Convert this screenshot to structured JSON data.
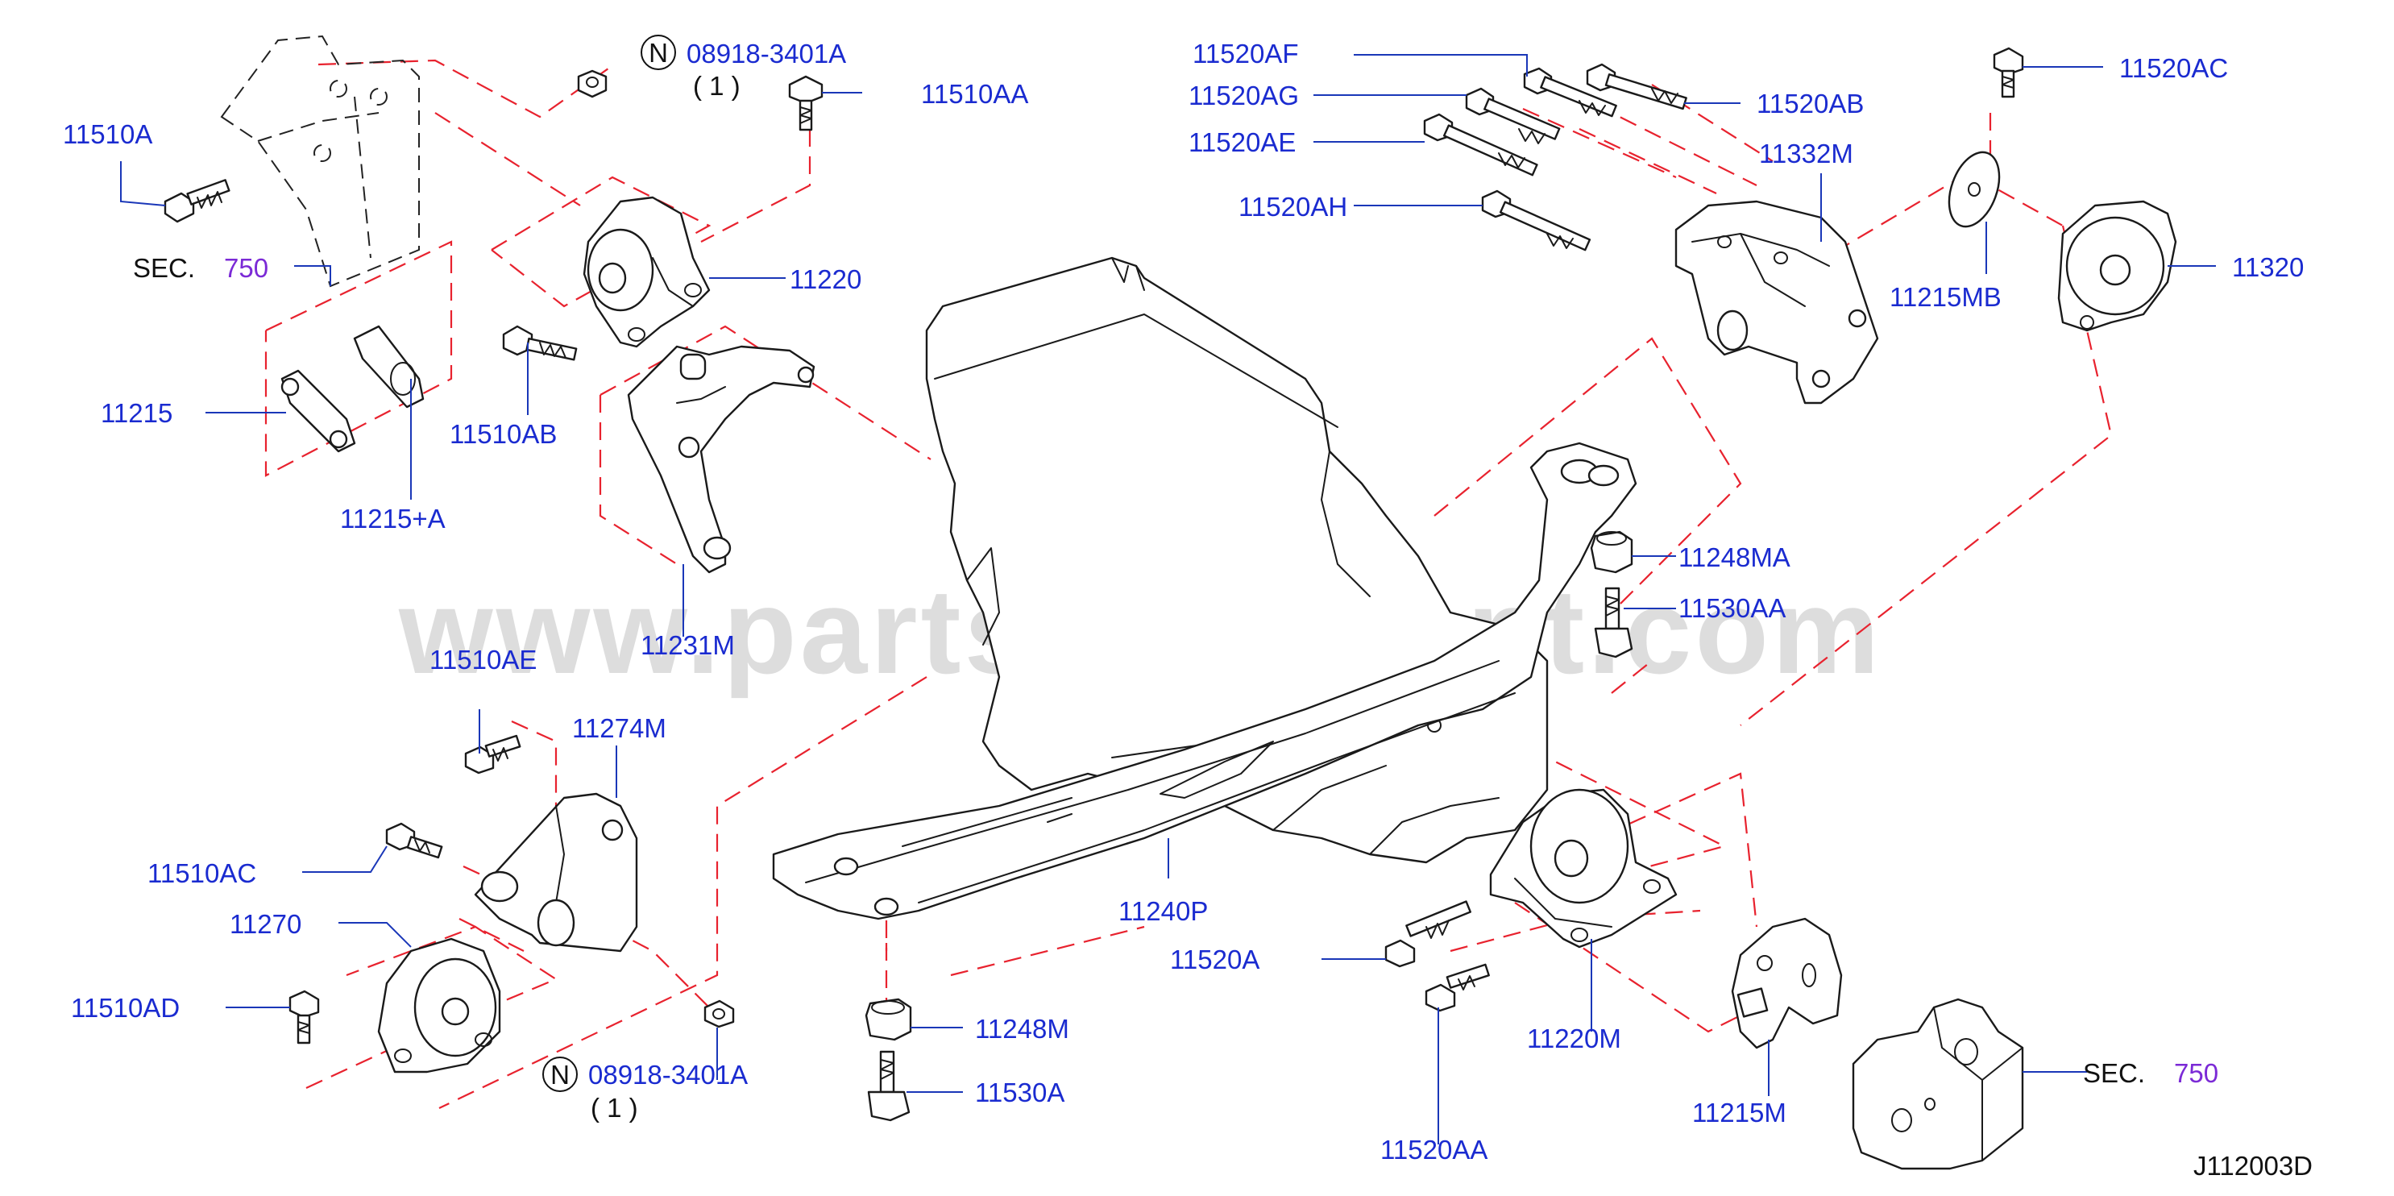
{
  "watermark": "www.partsassistant.com",
  "diagram_code": "J112003D",
  "sec_prefix": "SEC.",
  "sec_number": "750",
  "n_badge": "N",
  "qty_one": "( 1 )",
  "labels": {
    "p11510A": "11510A",
    "p08918_top": "08918-3401A",
    "p11510AA": "11510AA",
    "p11220": "11220",
    "p11215": "11215",
    "p11215A": "11215+A",
    "p11510AB": "11510AB",
    "p11231M": "11231M",
    "p11520AF": "11520AF",
    "p11520AG": "11520AG",
    "p11520AE": "11520AE",
    "p11520AH": "11520AH",
    "p11520AB": "11520AB",
    "p11332M": "11332M",
    "p11520AC": "11520AC",
    "p11215MB": "11215MB",
    "p11320": "11320",
    "p11248MA": "11248MA",
    "p11530AA": "11530AA",
    "p11510AE": "11510AE",
    "p11274M": "11274M",
    "p11510AC": "11510AC",
    "p11270": "11270",
    "p11510AD": "11510AD",
    "p08918_bottom": "08918-3401A",
    "p11240P": "11240P",
    "p11248M": "11248M",
    "p11530A": "11530A",
    "p11520A": "11520A",
    "p11520AA": "11520AA",
    "p11220M": "11220M",
    "p11215M": "11215M"
  }
}
